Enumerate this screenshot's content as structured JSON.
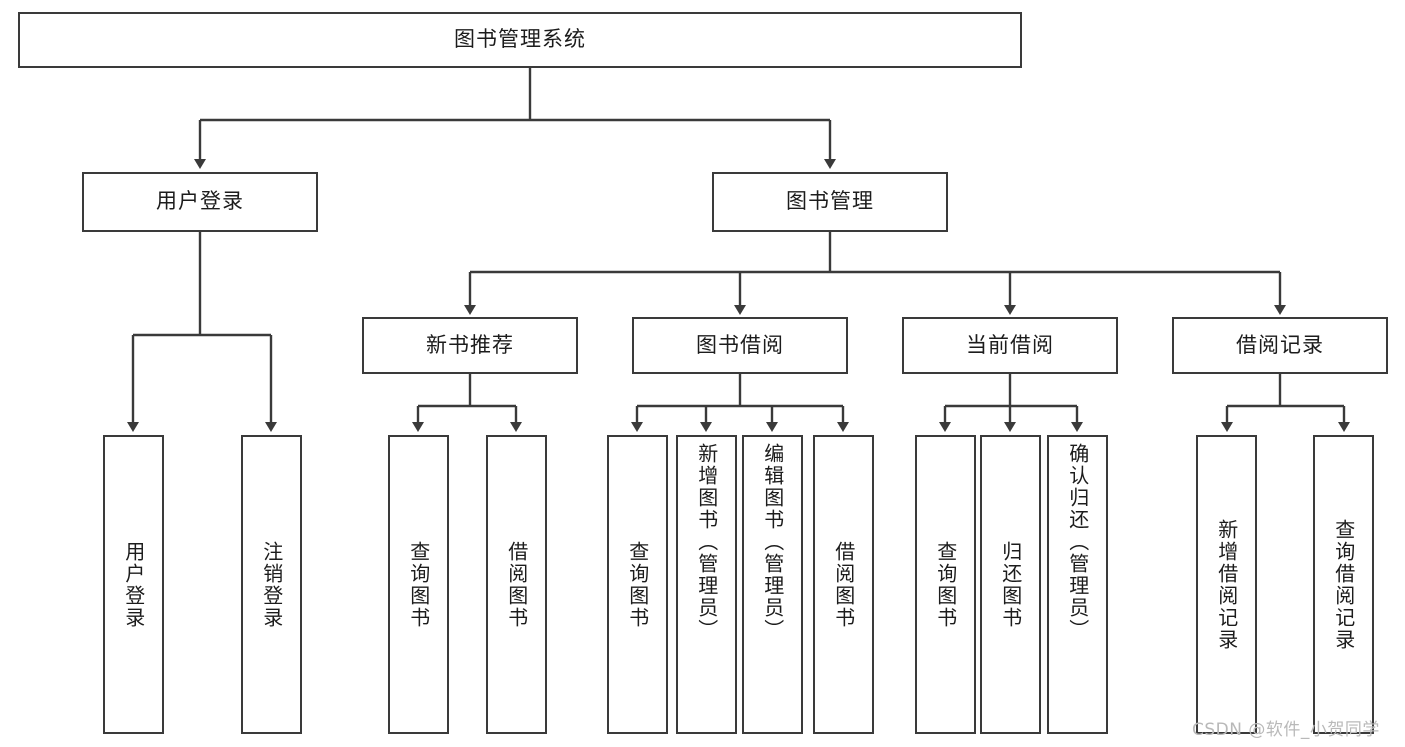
{
  "diagram": {
    "type": "tree",
    "title": "图书管理系统",
    "watermark": "CSDN @软件_小贺同学",
    "root": {
      "label": "图书管理系统"
    },
    "level1": [
      {
        "label": "用户登录"
      },
      {
        "label": "图书管理"
      }
    ],
    "level2": [
      {
        "label": "新书推荐"
      },
      {
        "label": "图书借阅"
      },
      {
        "label": "当前借阅"
      },
      {
        "label": "借阅记录"
      }
    ],
    "leaves": {
      "user_login": [
        {
          "label": "用户登录"
        },
        {
          "label": "注销登录"
        }
      ],
      "new_book": [
        {
          "label": "查询图书"
        },
        {
          "label": "借阅图书"
        }
      ],
      "book_borrow": [
        {
          "label": "查询图书"
        },
        {
          "label": "新增图书（管理员）"
        },
        {
          "label": "编辑图书（管理员）"
        },
        {
          "label": "借阅图书"
        }
      ],
      "current_borrow": [
        {
          "label": "查询图书"
        },
        {
          "label": "归还图书"
        },
        {
          "label": "确认归还（管理员）"
        }
      ],
      "borrow_record": [
        {
          "label": "新增借阅记录"
        },
        {
          "label": "查询借阅记录"
        }
      ]
    }
  }
}
